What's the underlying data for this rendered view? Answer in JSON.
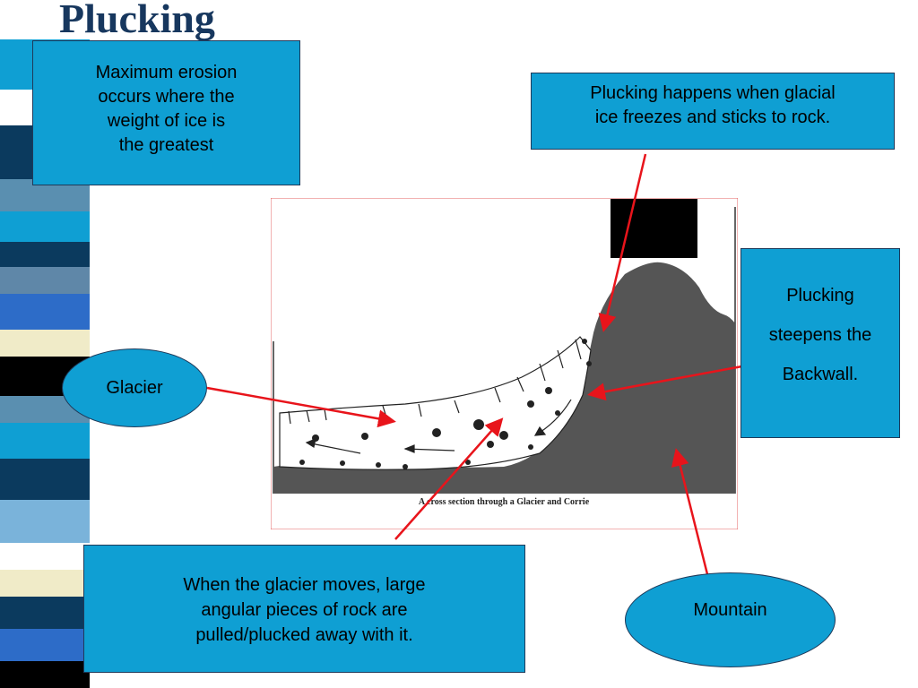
{
  "slide": {
    "title": "Plucking",
    "accent_color": "#0f9fd3",
    "arrow_color": "#e8141b"
  },
  "callouts": {
    "max_erosion": [
      "Maximum erosion",
      "occurs where the",
      "weight of ice is",
      "the greatest"
    ],
    "plucking_happens": [
      "Plucking happens when glacial",
      "ice freezes and sticks to rock."
    ],
    "steepens": [
      "Plucking",
      "steepens the",
      "Backwall."
    ],
    "moves": [
      "When the glacier moves, large",
      "angular pieces of rock are",
      "pulled/plucked away with it."
    ],
    "glacier": "Glacier",
    "mountain": "Mountain"
  },
  "diagram": {
    "caption": "A cross section through a Glacier and Corrie"
  }
}
